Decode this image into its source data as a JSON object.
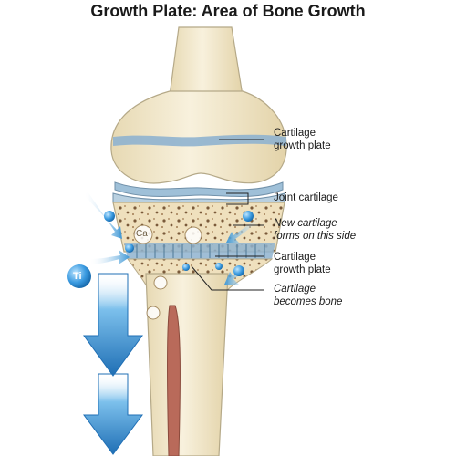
{
  "title": "Growth Plate: Area of Bone Growth",
  "labels": {
    "upper_plate": [
      "Cartilage",
      "growth plate"
    ],
    "joint": [
      "Joint cartilage"
    ],
    "new_cartilage": [
      "New cartilage",
      "forms on this side"
    ],
    "lower_plate": [
      "Cartilage",
      "growth plate"
    ],
    "becomes_bone": [
      "Cartilage",
      "becomes bone"
    ]
  },
  "markers": {
    "ca": "Ca",
    "ti": "Ti"
  },
  "colors": {
    "bone": "#f2e8cf",
    "bone_outline": "#b5a988",
    "cartilage_blue": "#8fb3cf",
    "marrow_red": "#b96a5a",
    "arrow_blue": "#2c86c9",
    "leader": "#222222"
  }
}
